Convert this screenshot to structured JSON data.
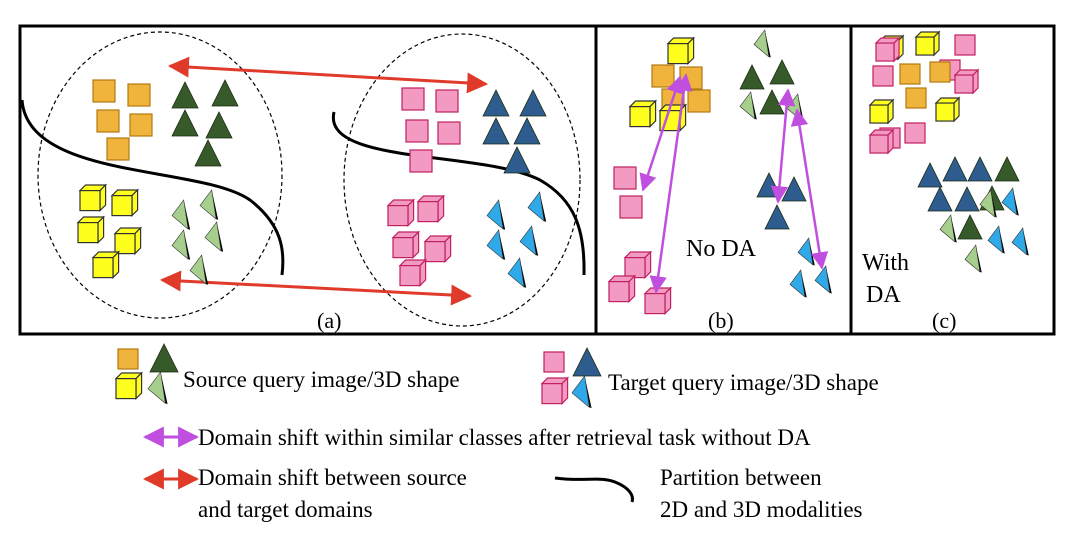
{
  "panels": {
    "a": {
      "label": "(a)"
    },
    "b": {
      "label": "(b)",
      "note": "No DA"
    },
    "c": {
      "label": "(c)",
      "note_line1": "With",
      "note_line2": "DA"
    }
  },
  "legend": {
    "source": "Source query image/3D shape",
    "target": "Target query image/3D shape",
    "purple_arrow": "Domain shift within similar classes after retrieval task without DA",
    "red_arrow_line1": "Domain shift between source",
    "red_arrow_line2": "and target domains",
    "partition_line1": "Partition between",
    "partition_line2": "2D and 3D modalities"
  },
  "colors": {
    "orange_square": "#F0B43C",
    "yellow_cube": "#FFFF1E",
    "pink_square": "#F39AC3",
    "dark_green_triangle": "#375A2A",
    "light_green_triangle": "#A6CF8E",
    "dark_blue_triangle": "#2E5C8F",
    "light_blue_triangle": "#2FA9E8",
    "red_arrow": "#E03A2B",
    "purple_arrow": "#C04FE0"
  }
}
